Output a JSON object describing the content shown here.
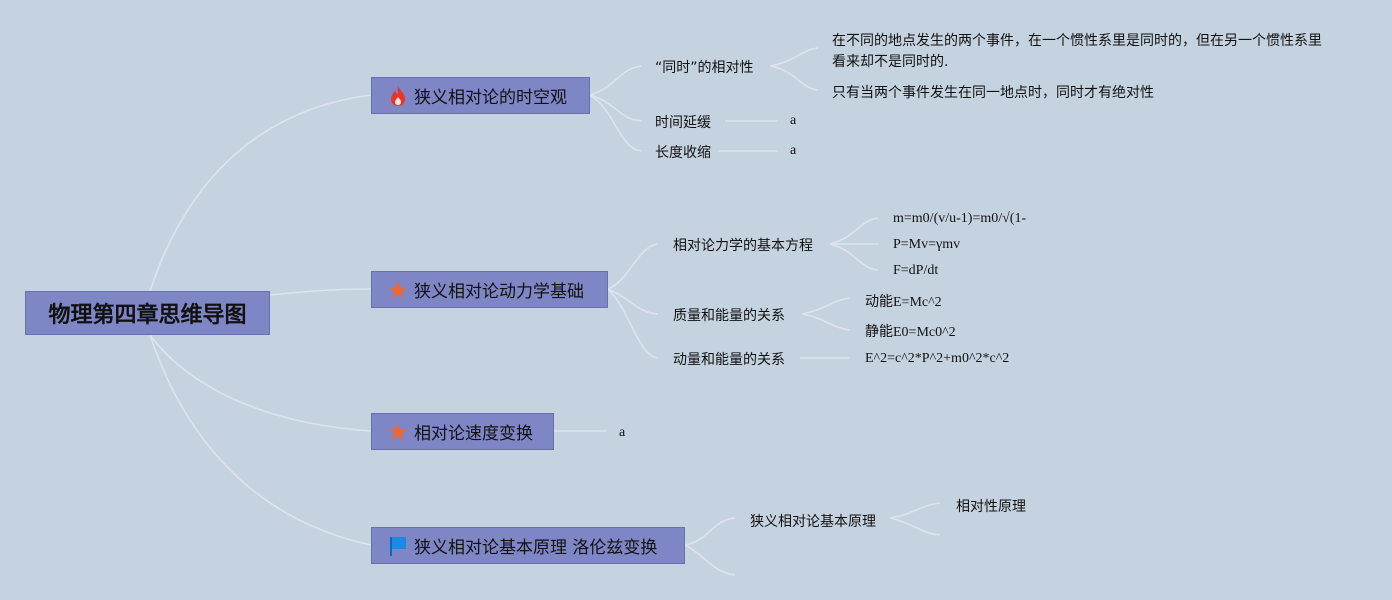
{
  "root": {
    "label": "物理第四章思维导图"
  },
  "branches": [
    {
      "label": "狭义相对论的时空观",
      "icon": "fire-icon",
      "children": [
        {
          "label": "“同时”的相对性",
          "details": [
            "在不同的地点发生的两个事件，在一个惯性系里是同时的，但在另一个惯性系里看来却不是同时的.",
            "只有当两个事件发生在同一地点时，同时才有绝对性"
          ]
        },
        {
          "label": "时间延缓",
          "details": [
            "a"
          ]
        },
        {
          "label": "长度收缩",
          "details": [
            "a"
          ]
        }
      ]
    },
    {
      "label": "狭义相对论动力学基础",
      "icon": "star-icon",
      "children": [
        {
          "label": "相对论力学的基本方程",
          "details": [
            "m=m0/(v/u-1)=m0/√(1-",
            "P=Mv=γmv",
            "F=dP/dt"
          ]
        },
        {
          "label": "质量和能量的关系",
          "details": [
            "动能E=Mc^2",
            "静能E0=Mc0^2"
          ]
        },
        {
          "label": "动量和能量的关系",
          "details": [
            "E^2=c^2*P^2+m0^2*c^2"
          ]
        }
      ]
    },
    {
      "label": "相对论速度变换",
      "icon": "star-icon",
      "details": [
        "a"
      ]
    },
    {
      "label": "狭义相对论基本原理 洛伦兹变换",
      "icon": "flag-icon",
      "children": [
        {
          "label": "狭义相对论基本原理",
          "details": [
            "相对性原理"
          ]
        }
      ]
    }
  ],
  "colors": {
    "background": "#c5d3e1",
    "node_fill": "#7e86c6",
    "link": "#dde4ec",
    "fire": "#e8352a",
    "star": "#e86a3c",
    "flag": "#1e88e5"
  }
}
